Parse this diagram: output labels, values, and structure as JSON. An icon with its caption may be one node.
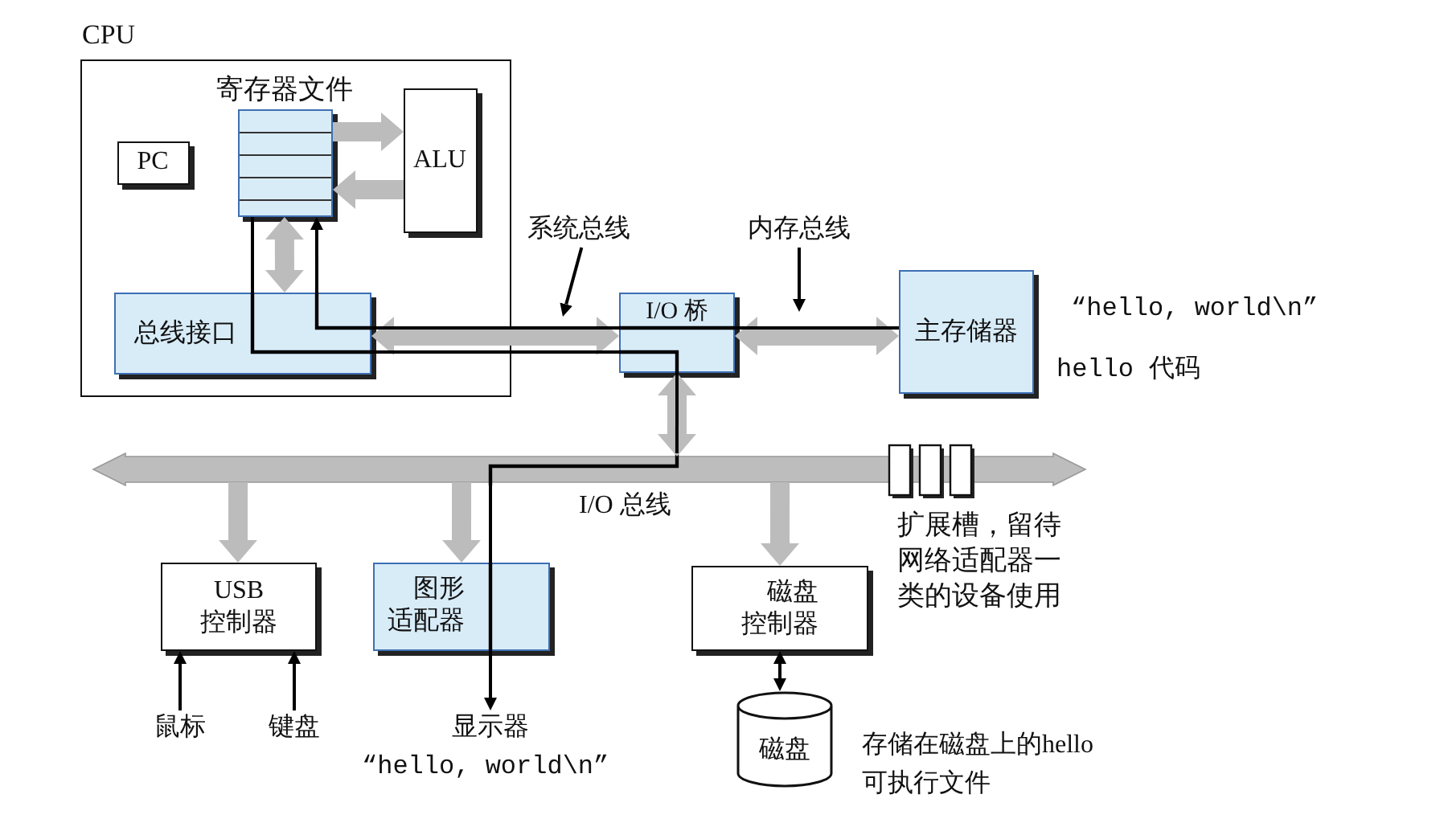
{
  "diagram": {
    "nodes": [
      {
        "text": [
          "CPU"
        ]
      },
      {
        "text": [
          "寄存器文件"
        ],
        "in": 0
      },
      {
        "text": [
          "PC"
        ],
        "in": 0
      },
      {
        "text": [
          "ALU"
        ],
        "in": 0
      },
      {
        "text": [
          "系统总线"
        ]
      },
      {
        "text": [
          "内存总线"
        ]
      },
      {
        "text": [
          "总线接口"
        ],
        "in": 0
      },
      {
        "text": [
          "I/O 桥"
        ]
      },
      {
        "text": [
          "主存储器"
        ],
        "beside": [
          "“hello, world\\n”",
          "hello 代码"
        ]
      },
      {
        "text": [],
        "shape": "bar",
        "beside": [
          "I/O 总线"
        ]
      },
      {
        "text": [
          "USB 控制器"
        ]
      },
      {
        "text": [
          "图形适配器"
        ]
      },
      {
        "text": [
          "磁盘控制器"
        ]
      },
      {
        "text": [
          "鼠标"
        ]
      },
      {
        "text": [
          "键盘"
        ]
      },
      {
        "text": [
          "显示器"
        ],
        "beside": [
          "“hello, world\\n”"
        ]
      },
      {
        "text": [
          "磁盘"
        ],
        "beside": [
          "存储在磁盘上的hello可执行文件"
        ]
      }
    ],
    "edges": [
      {
        "from": 1,
        "to": 3,
        "arrow": "to",
        "style": "thick",
        "color": "#bcbcbc"
      },
      {
        "from": 3,
        "to": 1,
        "arrow": "to",
        "style": "thick",
        "color": "#bcbcbc"
      },
      {
        "from": 1,
        "to": 6,
        "arrow": "both",
        "style": "thick",
        "color": "#bcbcbc"
      },
      {
        "from": 6,
        "to": 7,
        "arrow": "both",
        "style": "thick",
        "color": "#bcbcbc"
      },
      {
        "from": 7,
        "to": 8,
        "arrow": "both",
        "style": "thick",
        "color": "#bcbcbc"
      },
      {
        "from": 7,
        "to": 9,
        "arrow": "both",
        "style": "thick",
        "color": "#bcbcbc"
      },
      {
        "from": 9,
        "to": 10,
        "arrow": "to",
        "style": "thick",
        "color": "#bcbcbc"
      },
      {
        "from": 9,
        "to": 11,
        "arrow": "to",
        "style": "thick",
        "color": "#bcbcbc"
      },
      {
        "from": 9,
        "to": 12,
        "arrow": "to",
        "style": "thick",
        "color": "#bcbcbc"
      },
      {
        "from": 13,
        "to": 10,
        "arrow": "to"
      },
      {
        "from": 14,
        "to": 10,
        "arrow": "to"
      },
      {
        "from": 12,
        "to": 16,
        "arrow": "both"
      },
      {
        "from": 4,
        "to": null,
        "arrow": "to"
      },
      {
        "from": 5,
        "to": null,
        "arrow": "to"
      },
      {
        "from": 8,
        "to": 7,
        "arrow": "none"
      },
      {
        "from": 7,
        "to": 6,
        "arrow": "none"
      },
      {
        "from": 6,
        "to": 1,
        "arrow": "to"
      },
      {
        "from": 1,
        "to": 6,
        "arrow": "none"
      },
      {
        "from": 6,
        "to": 7,
        "arrow": "none"
      },
      {
        "from": 7,
        "to": 9,
        "arrow": "none"
      },
      {
        "from": 9,
        "to": 11,
        "arrow": "none"
      },
      {
        "from": 11,
        "to": 15,
        "arrow": "to"
      }
    ],
    "labels": [
      "扩展槽，留待网络适配器一类的设备使用"
    ]
  }
}
